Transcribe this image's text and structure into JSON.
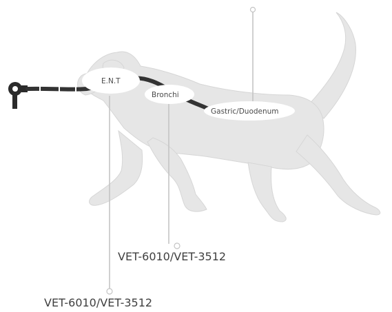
{
  "labels": {
    "ent": "E.N.T",
    "bronchi": "Bronchi",
    "gastric": "Gastric/Duodenum"
  },
  "models": {
    "upper": "VET-6010/VET-3512",
    "lower": "VET-6010/VET-3512"
  },
  "colors": {
    "dog_fill": "#e6e6e6",
    "scope": "#333333",
    "pointer_line": "#c4c4c4",
    "bubble": "#ffffff"
  }
}
